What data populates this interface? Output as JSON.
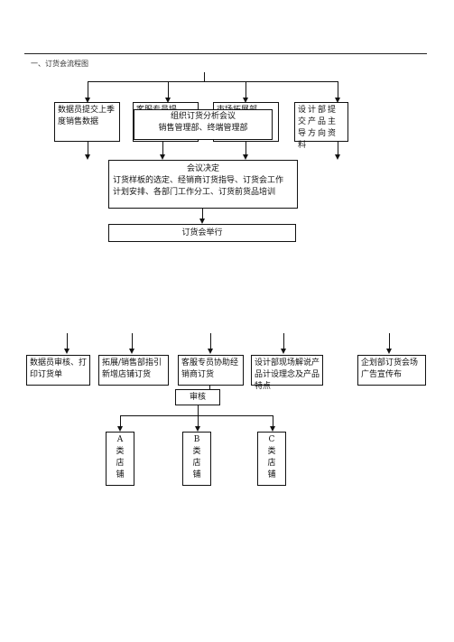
{
  "heading": "一、订货会流程图",
  "flow1": {
    "box1": "数据员提交上季度销售数据",
    "box2_hidden": "客服专员提",
    "box3_hidden": "市场拓展部",
    "box4": "设计部提交产品主导方向资料",
    "meeting_analysis_line1": "组织订货分析会议",
    "meeting_analysis_line2": "销售管理部、终端管理部",
    "decision_line1": "会议决定",
    "decision_line2": "订货样板的选定、经销商订货指导、订货会工作",
    "decision_line3": "计划安排、各部门工作分工、订货前货品培训",
    "fair": "订货会举行"
  },
  "flow2": {
    "box1": "数据员审核、打印订货单",
    "box2": "拓展/销售部指引新增店铺订货",
    "box3": "客服专员协助经销商订货",
    "box4": "设计部现场解说产品计设理念及产品特点",
    "box5": "企划部订货会场广告宣传布",
    "review": "审核",
    "storeA": [
      "A",
      "类",
      "店",
      "铺"
    ],
    "storeB": [
      "B",
      "类",
      "店",
      "铺"
    ],
    "storeC": [
      "C",
      "类",
      "店",
      "铺"
    ]
  }
}
